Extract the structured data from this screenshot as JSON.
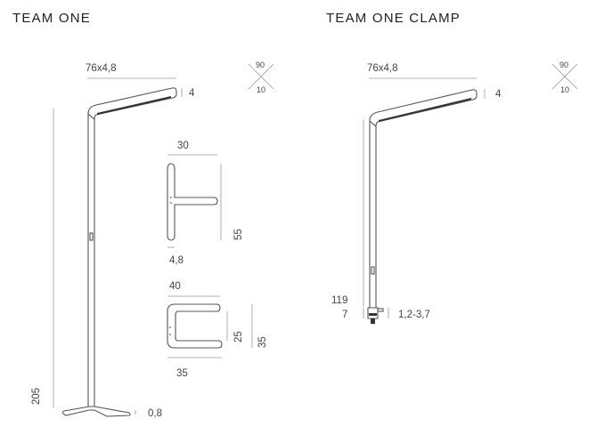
{
  "titles": {
    "team_one": "TEAM ONE",
    "team_one_clamp": "TEAM ONE CLAMP"
  },
  "team_one": {
    "head_width": "76x4,8",
    "head_thickness": "4",
    "height": "205",
    "base_thickness": "0,8",
    "angle_top": "90",
    "angle_bottom": "10",
    "t_profile": {
      "width": "30",
      "height": "55",
      "thickness": "4,8"
    },
    "u_profile": {
      "top_width": "40",
      "bottom_width": "35",
      "inner_height": "25",
      "outer_height": "35"
    }
  },
  "team_one_clamp": {
    "head_width": "76x4,8",
    "head_thickness": "4",
    "height": "119",
    "clamp_height": "7",
    "clamp_range": "1,2-3,7",
    "angle_top": "90",
    "angle_bottom": "10"
  }
}
